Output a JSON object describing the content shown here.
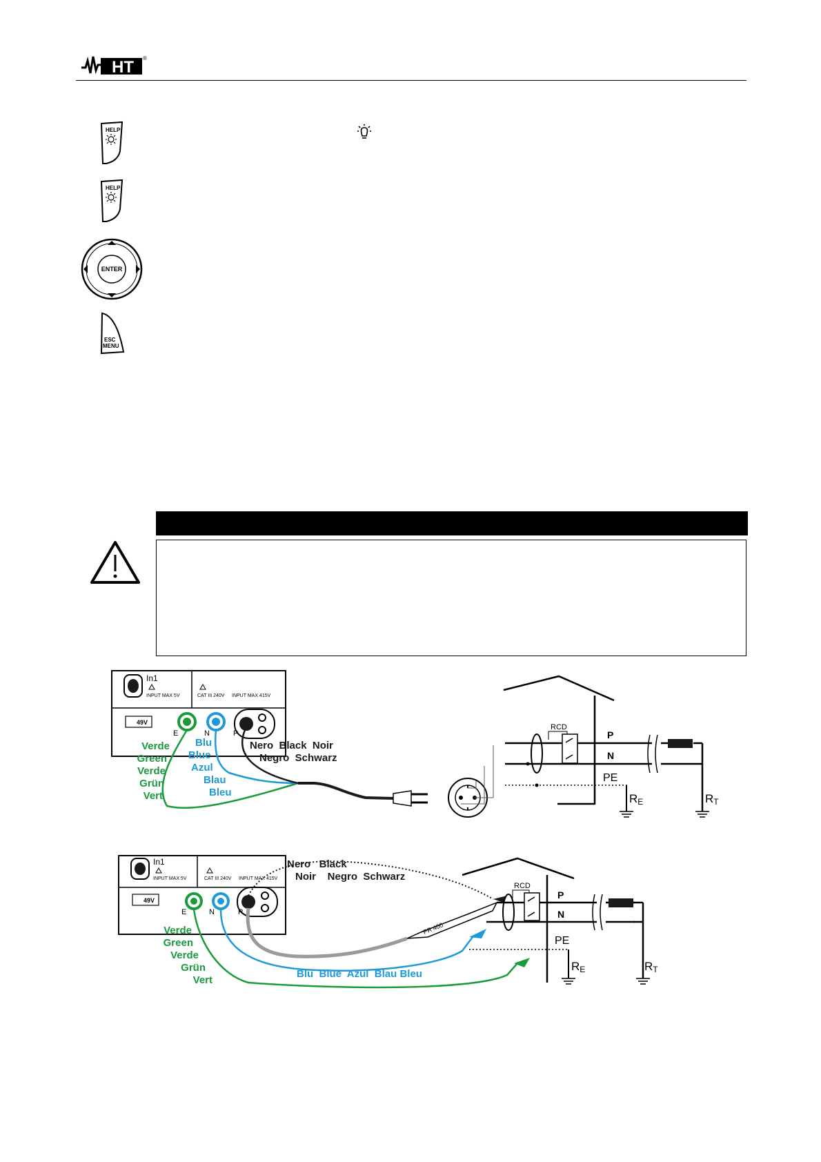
{
  "logo": {
    "text": "HT",
    "registered": "®"
  },
  "keys": {
    "help_label": "HELP",
    "enter_label": "ENTER",
    "esc_line1": "ESC",
    "esc_line2": "MENU"
  },
  "fig1": {
    "in1": "In1",
    "input_max_5v": "INPUT MAX 5V",
    "cat": "CAT III 240V",
    "input_max_415v": "INPUT MAX 415V",
    "voltage_badge": "49V",
    "term_e": "E",
    "term_n": "N",
    "term_p": "P",
    "green_names": [
      "Verde",
      "Green",
      "Verde",
      "Grün",
      "Vert"
    ],
    "blue_names": [
      "Blu",
      "Blue",
      "Azul",
      "Blau",
      "Bleu"
    ],
    "black_line1": "Nero  Black  Noir",
    "black_line2": "Negro  Schwarz",
    "rcd": "RCD",
    "p": "P",
    "n": "N",
    "pe": "PE",
    "re": "R",
    "re_sub": "E",
    "rt": "R",
    "rt_sub": "T"
  },
  "fig2": {
    "in1": "In1",
    "input_max_5v": "INPUT MAX 5V",
    "cat": "CAT III 240V",
    "input_max_415v": "INPUT MAX 415V",
    "voltage_badge": "49V",
    "term_e": "E",
    "term_n": "N",
    "term_p": "P",
    "black_line1": "Nero   Black",
    "black_line2": "Noir    Negro  Schwarz",
    "probe": "PR 400",
    "blue_line": "Blu  Blue  Azul  Blau Bleu",
    "green_names": [
      "Verde",
      "Green",
      "Verde",
      "Grün",
      "Vert"
    ],
    "rcd": "RCD",
    "p": "P",
    "n": "N",
    "pe": "PE",
    "re": "R",
    "re_sub": "E",
    "rt": "R",
    "rt_sub": "T"
  },
  "colors": {
    "green": "#1a9a3c",
    "blue": "#1e9ad6",
    "black": "#1a1a1a",
    "grey": "#9a9a9a"
  }
}
